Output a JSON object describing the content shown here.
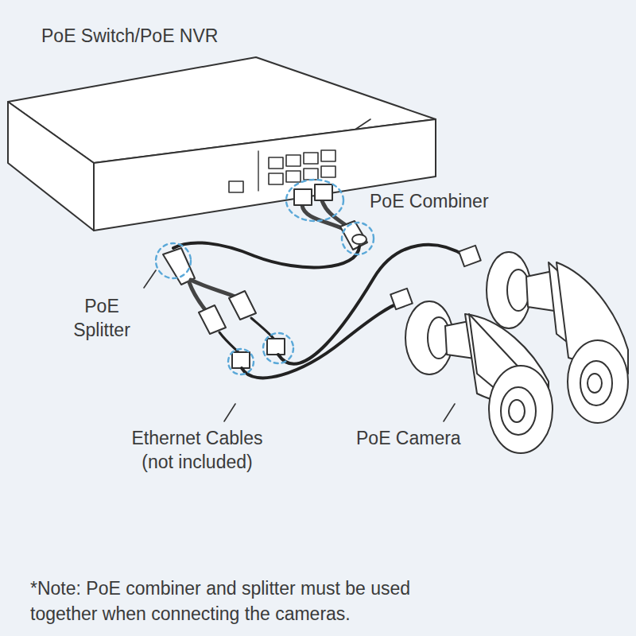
{
  "diagram": {
    "labels": [
      "PoE Switch/PoE NVR",
      "PoE Combiner",
      "PoE Splitter",
      "Ethernet Cables (not included)",
      "PoE Camera",
      "*Note: PoE combiner and splitter must be used together when connecting the cameras."
    ]
  }
}
